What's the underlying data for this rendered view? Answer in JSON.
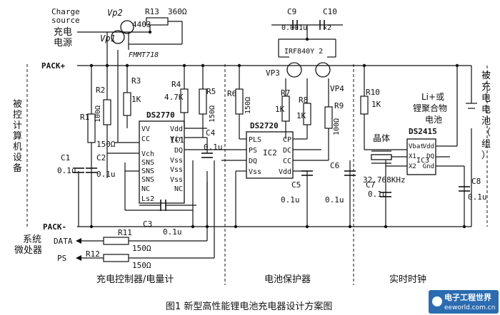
{
  "caption": "图1  新型高性能锂电池充电器设计方案图",
  "sections": {
    "charge": "充电控制器/电量计",
    "protect": "电池保护器",
    "rtc": "实时时钟"
  },
  "side_left": [
    "被",
    "控",
    "计",
    "算",
    "机",
    "设",
    "备"
  ],
  "side_right": [
    "被",
    "充",
    "电",
    "电",
    "池",
    "（",
    "组",
    "）"
  ],
  "inputs": {
    "charge_source_en": [
      "Charge",
      "source"
    ],
    "charge_source_cn": [
      "充电",
      "电源"
    ],
    "system_mcu": [
      "系统",
      "微处器"
    ],
    "data": "DATA",
    "ps": "PS",
    "pack_plus": "PACK+",
    "pack_minus": "PACK-"
  },
  "battery": [
    "Li+或",
    "锂聚合物",
    "电池"
  ],
  "crystal": {
    "label": "晶体",
    "freq": "32.768KHz"
  },
  "transistors": {
    "vp2": "Vp2",
    "vp1": "Vp1",
    "model1": "4403",
    "model2": "FMMT718",
    "vp3": "VP3",
    "vp4": "VP4",
    "fet": "IRF840Y 2"
  },
  "resistors": {
    "r13": "R13",
    "r13v": "360Ω",
    "r3": "R3",
    "r3v": "1K",
    "r2": "R2",
    "r2v": "100Ω",
    "r1": "R1",
    "r1v": "150Ω",
    "r4": "R4",
    "r4v": "4.7K",
    "r5": "R5",
    "r5v": "150Ω",
    "r6": "R6",
    "r6v": "150Ω",
    "r7": "R7",
    "r7v": "1K",
    "r8": "R8",
    "r8v": "1K",
    "r9": "R9",
    "r9v": "100Ω",
    "r10": "R10",
    "r10v": "1K",
    "r11": "R11",
    "r11v": "150Ω",
    "r12": "R12",
    "r12v": "150Ω"
  },
  "capacitors": {
    "c1": "C1",
    "c1v": "0.1u",
    "c2": "C2",
    "c2v": "0.1u",
    "c3": "C3",
    "c3v": "0.1u",
    "c4": "C4",
    "c4v": "0.1u",
    "c5": "C5",
    "c5v": "0.1u",
    "c6": "C6",
    "c6v": "0.1u",
    "c7": "C7",
    "c7v": "0.1u",
    "c8": "C8",
    "c8v": "0.1u",
    "c9": "C9",
    "c9v": "0.001u",
    "c10": "C10",
    "c10v": "×2"
  },
  "ic1": {
    "part": "DS2770",
    "ref": "IC1",
    "left_pins": [
      "VV",
      "CC",
      "Vch",
      "SNS",
      "SNS",
      "SNS",
      "NC",
      "Ls2"
    ],
    "right_pins": [
      "Vdd",
      "Vin",
      "DQ",
      "Vss",
      "Vss",
      "Vss",
      "NC"
    ]
  },
  "ic2": {
    "part": "DS2720",
    "ref": "IC2",
    "left_pins": [
      "PLS",
      "PS",
      "DQ",
      "Vss"
    ],
    "right_pins": [
      "CP",
      "DC",
      "CC",
      "Vdd"
    ]
  },
  "ic3": {
    "part": "DS2415",
    "ref": "IC3",
    "left_pins": [
      "Vbat",
      "X1",
      "X2"
    ],
    "right_pins": [
      "Vdd",
      "DQ",
      "Gnd"
    ]
  },
  "watermark": {
    "cn": "电子工程世界",
    "en": "eeworld.com.cn"
  }
}
